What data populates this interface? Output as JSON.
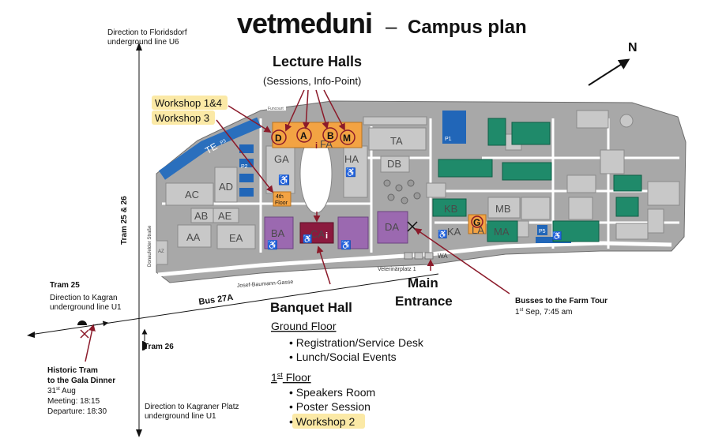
{
  "header": {
    "logo": "vetmeduni",
    "dash": "–",
    "title": "Campus plan"
  },
  "compass": {
    "label": "N"
  },
  "lecture_halls": {
    "title": "Lecture Halls",
    "subtitle": "(Sessions, Info-Point)",
    "workshop_1_4": "Workshop 1&4",
    "workshop_3": "Workshop 3",
    "room_markers": [
      "D",
      "A",
      "B",
      "M"
    ]
  },
  "buildings": {
    "GA": "GA",
    "HA": "HA",
    "FA": "FA",
    "TA": "TA",
    "DB": "DB",
    "AC": "AC",
    "AD": "AD",
    "AB": "AB",
    "AE": "AE",
    "AA": "AA",
    "EA": "EA",
    "BA": "BA",
    "CA": "CA",
    "DA": "DA",
    "KB": "KB",
    "MB": "MB",
    "KA": "KA",
    "G": "G",
    "LA": "LA",
    "MA": "MA",
    "AZ": "AZ",
    "TE": "TE",
    "P1": "P1",
    "P2": "P2",
    "P3": "P3",
    "P5": "P5",
    "WA": "WA"
  },
  "fourth_floor": {
    "line1": "4th",
    "line2": "Floor"
  },
  "street_labels": {
    "donaufelder": "Donaufelder Straße",
    "baumann": "Josef-Baumann-Gasse",
    "veterinaer": "Veterinärplatz 1",
    "funcourt": "Funcourt"
  },
  "main_entrance": {
    "line1": "Main",
    "line2": "Entrance"
  },
  "busses": {
    "title": "Busses to the Farm Tour",
    "date": "1",
    "date_sup": "st",
    "date_rest": " Sep, 7:45 am"
  },
  "banquet_hall": {
    "title": "Banquet Hall",
    "ground_floor": "Ground Floor",
    "ground_items": [
      "• Registration/Service Desk",
      "• Lunch/Social Events"
    ],
    "first_floor_num": "1",
    "first_floor_sup": "st",
    "first_floor_rest": " Floor",
    "first_items": [
      "• Speakers Room",
      "• Poster Session"
    ],
    "workshop_2": "• Workshop 2"
  },
  "directions": {
    "floridsdorf_1": "Direction to Floridsdorf",
    "floridsdorf_2": "underground line U6",
    "tram_25_26": "Tram 25 & 26",
    "tram_25": "Tram 25",
    "kagran_1": "Direction to Kagran",
    "kagran_2": "underground line U1",
    "bus_27a": "Bus 27A",
    "tram_26": "Tram 26",
    "kagraner_1": "Direction to Kagraner Platz",
    "kagraner_2": "underground line U1"
  },
  "historic_tram": {
    "line1": "Historic Tram",
    "line2": "to the Gala Dinner",
    "date_num": "31",
    "date_sup": "st",
    "date_rest": " Aug",
    "meeting": "Meeting: 18:15",
    "departure": "Departure: 18:30"
  },
  "colors": {
    "campus": "#9a9a9a",
    "building": "#c8c8c8",
    "lecture": "#f3a343",
    "purple": "#9b69b0",
    "crimson": "#8b1a3e",
    "green": "#1f8a6a",
    "blue": "#2166b8",
    "highlight": "#fbe9a6",
    "arrow": "#8b1a2a"
  }
}
